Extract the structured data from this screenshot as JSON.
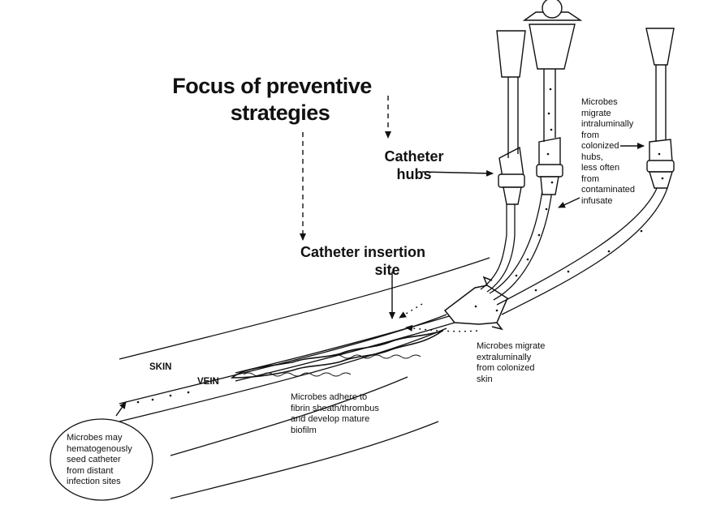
{
  "labels": {
    "focus_line1": "Focus of preventive",
    "focus_line2": "strategies",
    "hubs_line1": "Catheter",
    "hubs_line2": "hubs",
    "insertion_line1": "Catheter insertion",
    "insertion_line2": "site",
    "skin": "SKIN",
    "vein": "VEIN"
  },
  "notes": {
    "intraluminal": [
      "Microbes",
      "migrate",
      "intraluminally",
      "from",
      "colonized",
      "hubs,",
      "less often",
      "from",
      "contaminated",
      "infusate"
    ],
    "extraluminal": [
      "Microbes migrate",
      "extraluminally",
      "from colonized",
      "skin"
    ],
    "biofilm": [
      "Microbes adhere to",
      "fibrin sheath/thrombus",
      "and develop mature",
      "biofilm"
    ],
    "hematogenous": [
      "Microbes may",
      "hematogenously",
      "seed catheter",
      "from distant",
      "infection sites"
    ]
  },
  "colors": {
    "ink": "#111111",
    "background": "#ffffff"
  },
  "icons": [
    "dashed-arrow",
    "solid-arrow",
    "dotted-arrow",
    "catheter-hub",
    "fibrin-sheath"
  ]
}
